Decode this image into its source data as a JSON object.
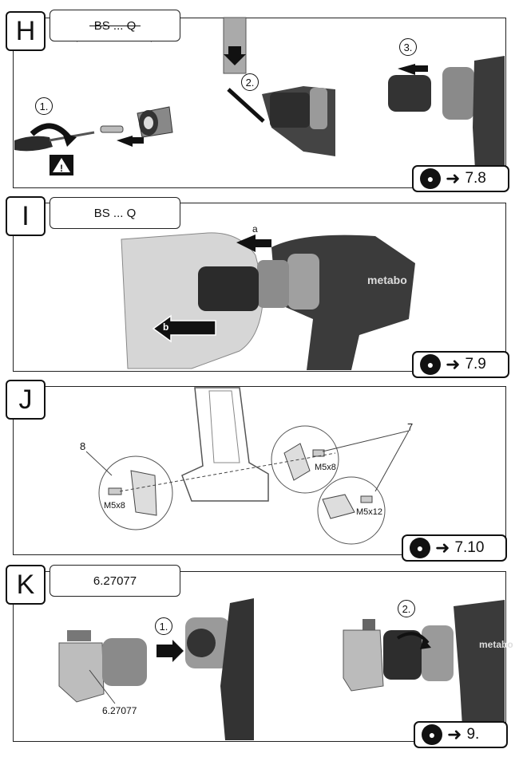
{
  "sections": {
    "h": {
      "letter": "H",
      "label": "BS ... Q",
      "steps": [
        "1.",
        "2.",
        "3."
      ],
      "ref": "7.8"
    },
    "i": {
      "letter": "I",
      "label": "BS ... Q",
      "callouts": [
        "a",
        "b"
      ],
      "ref": "7.9"
    },
    "j": {
      "letter": "J",
      "callouts": [
        "8",
        "7"
      ],
      "screws": [
        "M5x8",
        "M5x8",
        "M5x12"
      ],
      "ref": "7.10"
    },
    "k": {
      "letter": "K",
      "label": "6.27077",
      "steps": [
        "1.",
        "2."
      ],
      "part": "6.27077",
      "ref": "9."
    }
  },
  "icons": {
    "book": "book-reading-icon",
    "warning": "warning-icon",
    "arrow": "arrow-right-icon"
  }
}
